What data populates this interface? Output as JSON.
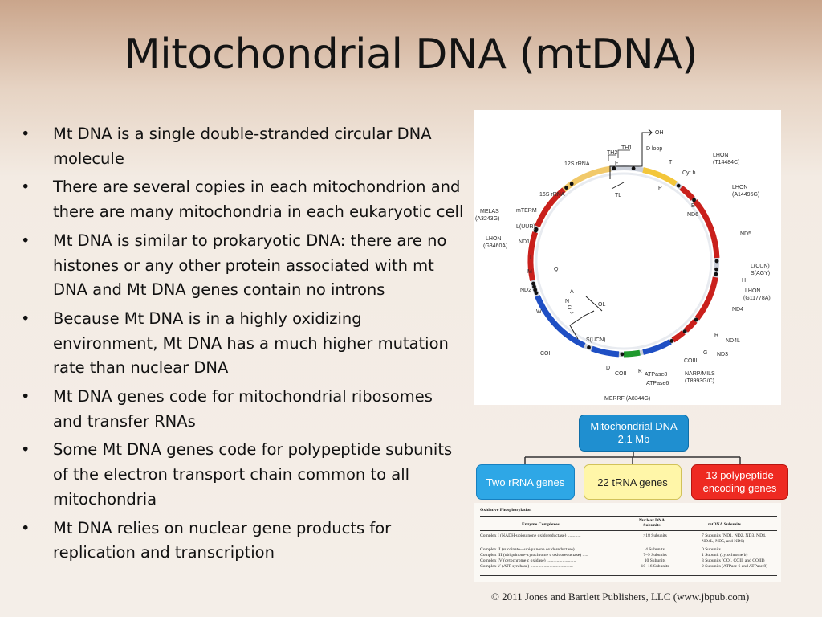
{
  "title": "Mitochondrial DNA (mtDNA)",
  "bullets": [
    "Mt DNA is a single double-stranded circular DNA molecule",
    "There are several copies in each mitochondrion and there are many mitochondria in each eukaryotic cell",
    "Mt DNA is similar to prokaryotic DNA:  there are no histones or any other protein associated with mt DNA and Mt DNA genes contain no introns",
    "Because Mt DNA is in a highly oxidizing environment, Mt DNA has a much higher mutation rate than nuclear DNA",
    "Mt DNA genes code for mitochondrial ribosomes and transfer RNAs",
    "Some Mt DNA genes code for polypeptide subunits of the electron transport chain common to all mitochondria",
    "Mt DNA relies on nuclear gene products for replication and transcription"
  ],
  "map": {
    "labels": {
      "oh": "OH",
      "dloop": "D loop",
      "th1": "TH1",
      "th2": "TH2",
      "tl": "TL",
      "f": "F",
      "t": "T",
      "p": "P",
      "rrna12": "12S rRNA",
      "rrna16": "16S rRNA",
      "cytb": "Cyt b",
      "lhon_t14484": "LHON (T14484C)",
      "lhon_a14495": "LHON (A14495G)",
      "e": "E",
      "nd6": "ND6",
      "nd5": "ND5",
      "melas": "MELAS (A3243G)",
      "mtterm": "mTERM",
      "luur": "L(UUR)",
      "lhon_g3460": "LHON (G3460A)",
      "nd1": "ND1",
      "i": "I",
      "m": "M",
      "q": "Q",
      "luur_cun": "L(CUN)",
      "s_agy": "S(AGY)",
      "h": "H",
      "lhon_g11778": "LHON (G11778A)",
      "nd4": "ND4",
      "nd4l": "ND4L",
      "r": "R",
      "g": "G",
      "nd3": "ND3",
      "nd2": "ND2",
      "a": "A",
      "n": "N",
      "c": "C",
      "y": "Y",
      "ol": "OL",
      "w": "W",
      "s_ucn": "S(UCN)",
      "coi": "COI",
      "d": "D",
      "coii": "COII",
      "k": "K",
      "atpase8": "ATPase8",
      "atpase6": "ATPase6",
      "coiii": "COIII",
      "narp": "NARP/MILS (T8993G/C)",
      "merrf": "MERRF (A8344G)"
    }
  },
  "org_chart": {
    "root": "Mitochondrial DNA 2.1 Mb",
    "root_line1": "Mitochondrial DNA",
    "root_line2": "2.1 Mb",
    "children": [
      "Two rRNA genes",
      "22 tRNA genes",
      "13 polypeptide encoding genes"
    ],
    "child3_line1": "13 polypeptide",
    "child3_line2": "encoding genes"
  },
  "oxphos_table": {
    "caption": "Oxidative Phosphorylation",
    "headers": [
      "Enzyme Complexes",
      "Nuclear DNA Subunits",
      "mtDNA Subunits"
    ],
    "rows": [
      [
        "Complex I (NADH-ubiquinone oxidoreductase) ............",
        ">18 Subunits",
        "7 Subunits (ND1, ND2, ND3, ND4, ND4L, ND5, and ND6)"
      ],
      [
        "Complex II (succinate—ubiquinone oxidoreductase) .....",
        "4 Subunits",
        "0 Subunits"
      ],
      [
        "Complex III (ubiquinone–cytochrome c oxidoreductase) .....",
        "7–9 Subunits",
        "1 Subunit (cytochrome b)"
      ],
      [
        "Complex IV (cytochrome c oxidase) ..........................",
        "10 Subunits",
        "3 Subunits (COI, COII, and COIII)"
      ],
      [
        "Complex V (ATP synthase) ......................................",
        "10–16 Subunits",
        "2 Subunits (ATPase 6 and ATPase 8)"
      ]
    ]
  },
  "copyright": "© 2011 Jones and Bartlett Publishers, LLC (www.jbpub.com)",
  "colors": {
    "rrna": "#f1c96a",
    "cytb": "#f3c63a",
    "red_genes": "#c9201c",
    "blue_genes": "#1f4fc4",
    "green_genes": "#1f9a2e",
    "ring": "#d9dde6"
  }
}
